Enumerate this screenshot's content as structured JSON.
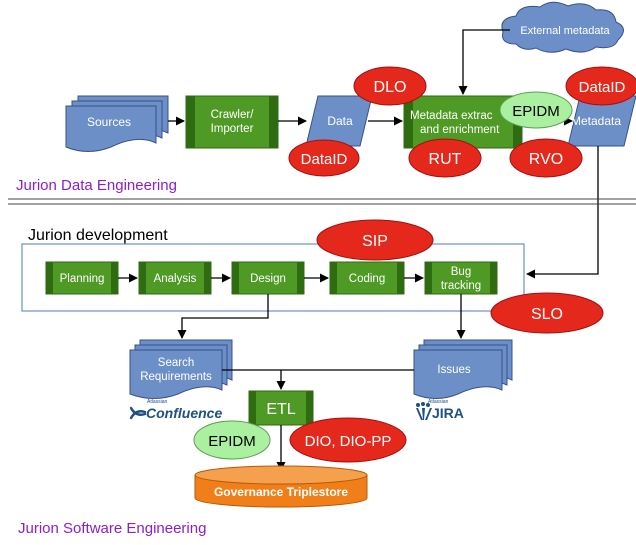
{
  "sections": {
    "data_engineering": "Jurion Data Engineering",
    "development": "Jurion development",
    "software_engineering": "Jurion Software Engineering"
  },
  "data_engineering": {
    "sources": "Sources",
    "crawler_line1": "Crawler/",
    "crawler_line2": "Importer",
    "data": "Data",
    "metadata_extraction_line1": "Metadata extrac",
    "metadata_extraction_line2": "and enrichment",
    "metadata": "Metadata",
    "external_metadata": "External metadata"
  },
  "development": {
    "steps": [
      "Planning",
      "Analysis",
      "Design",
      "Coding"
    ],
    "bug_line1": "Bug",
    "bug_line2": "tracking"
  },
  "software_engineering": {
    "search_line1": "Search",
    "search_line2": "Requirements",
    "issues": "Issues",
    "etl": "ETL",
    "triplestore": "Governance Triplestore",
    "confluence_vendor": "Atlassian",
    "confluence_name": "Confluence",
    "jira_vendor": "Atlassian",
    "jira_name": "JIRA"
  },
  "ontologies": {
    "dlo": "DLO",
    "dataid_data": "DataID",
    "dataid_metadata": "DataID",
    "epidm_top": "EPIDM",
    "rut": "RUT",
    "rvo": "RVO",
    "sip": "SIP",
    "slo": "SLO",
    "epidm_bottom": "EPIDM",
    "dio": "DIO, DIO-PP"
  },
  "colors": {
    "green_box": "#4e9a24",
    "green_dark": "#2f6b10",
    "blue_doc": "#6d8fc7",
    "red_ellipse": "#e5281c",
    "light_green": "#aaf0a0",
    "orange": "#f07f1a",
    "purple_text": "#8b20c8",
    "cloud": "#6d8fc7",
    "confluence_blue": "#205081"
  }
}
